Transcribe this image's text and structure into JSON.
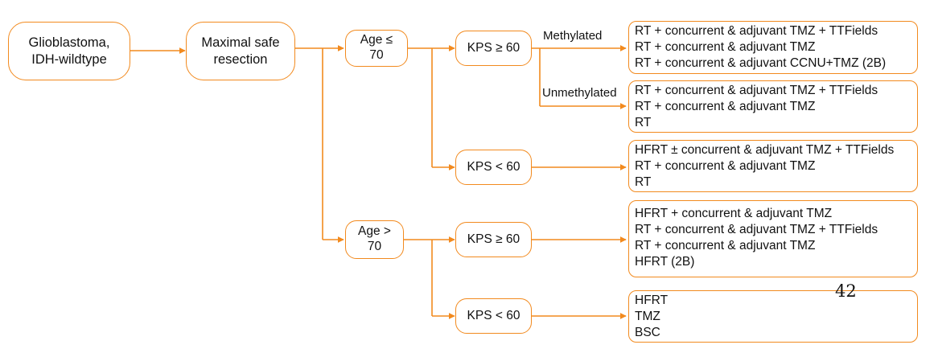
{
  "nodes": {
    "diagnosis": "Glioblastoma, IDH-wildtype",
    "surgery": "Maximal safe resection",
    "age_le_70": "Age ≤ 70",
    "age_gt_70": "Age > 70",
    "kps_ge_60_a": "KPS ≥ 60",
    "kps_lt_60_a": "KPS < 60",
    "kps_ge_60_b": "KPS ≥ 60",
    "kps_lt_60_b": "KPS < 60"
  },
  "edge_labels": {
    "methylated": "Methylated",
    "unmethylated": "Unmethylated"
  },
  "treatments": {
    "methylated": [
      "RT + concurrent & adjuvant TMZ + TTFields",
      "RT + concurrent & adjuvant TMZ",
      "RT + concurrent & adjuvant CCNU+TMZ (2B)"
    ],
    "unmethylated": [
      "RT + concurrent & adjuvant  TMZ + TTFields",
      "RT + concurrent & adjuvant  TMZ",
      "RT"
    ],
    "young_low_kps": [
      "HFRT ± concurrent & adjuvant  TMZ + TTFields",
      "RT + concurrent & adjuvant  TMZ",
      "RT"
    ],
    "old_high_kps": [
      "HFRT + concurrent  & adjuvant  TMZ",
      "RT + concurrent  & adjuvant  TMZ + TTFields",
      "RT + concurrent & adjuvant  TMZ",
      "HFRT (2B)"
    ],
    "old_low_kps": [
      "HFRT",
      "TMZ",
      "BSC"
    ]
  },
  "page_number": "42",
  "colors": {
    "accent": "#f28a1e",
    "text": "#111111",
    "background": "#ffffff"
  }
}
